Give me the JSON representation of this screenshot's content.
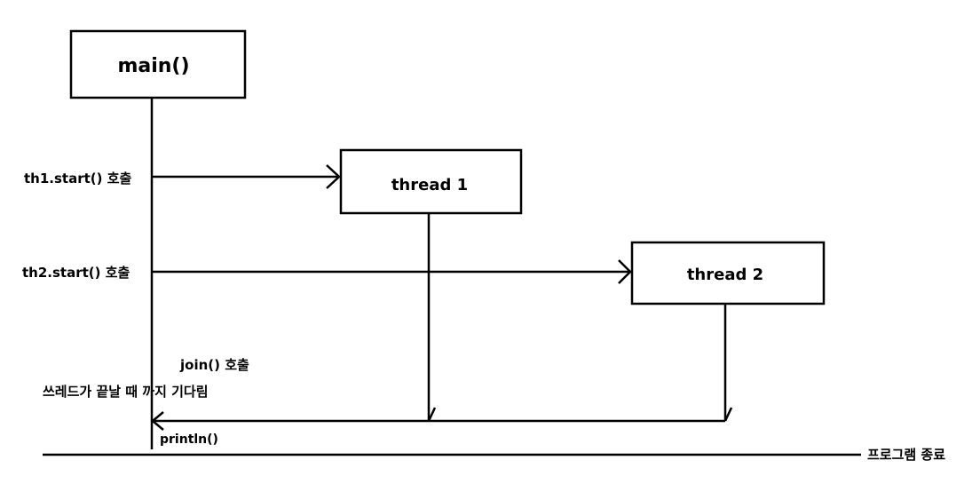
{
  "diagram": {
    "main_box": "main()",
    "thread1_box": "thread 1",
    "thread2_box": "thread 2",
    "th1_call": "th1.start() 호출",
    "th2_call": "th2.start() 호출",
    "join_call": "join() 호출",
    "wait_note": "쓰레드가 끝날 때 까지 기다림",
    "println": "println()",
    "program_end": "프로그램 종료"
  },
  "colors": {
    "line": "#000000",
    "background": "#ffffff"
  }
}
